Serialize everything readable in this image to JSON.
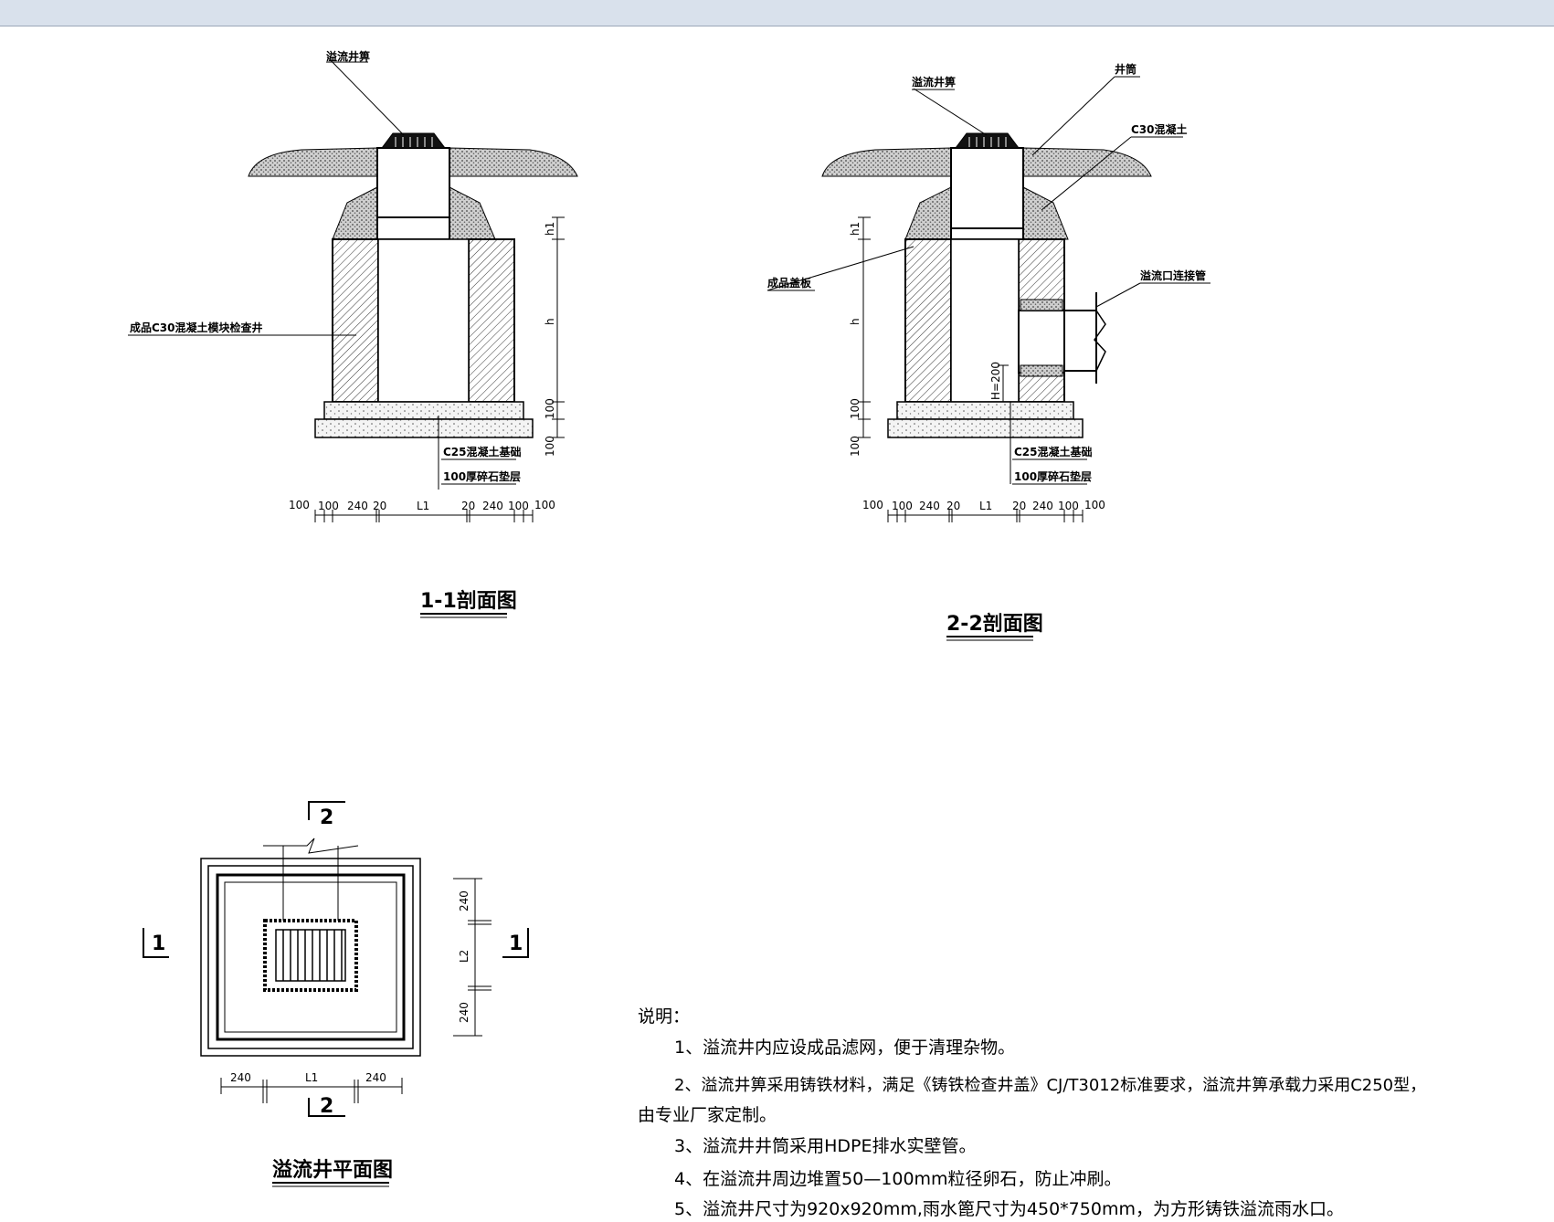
{
  "section_1_1": {
    "title": "1-1剖面图",
    "labels": {
      "grate": "溢流井箅",
      "well": "成品C30混凝土模块检查井",
      "base_c25": "C25混凝土基础",
      "gravel": "100厚碎石垫层"
    },
    "dims_vertical": {
      "h1": "h1",
      "h": "h",
      "d100a": "100",
      "d100b": "100"
    },
    "dims_bottom": [
      "100",
      "100",
      "240",
      "20",
      "L1",
      "20",
      "240",
      "100",
      "100"
    ]
  },
  "section_2_2": {
    "title": "2-2剖面图",
    "labels": {
      "grate": "溢流井箅",
      "well_tube": "井筒",
      "c30": "C30混凝土",
      "cover": "成品盖板",
      "pipe": "溢流口连接管",
      "base_c25": "C25混凝土基础",
      "gravel": "100厚碎石垫层",
      "pipe_height": "H=200"
    },
    "dims_vertical": {
      "h1": "h1",
      "h": "h",
      "d100a": "100",
      "d100b": "100"
    },
    "dims_bottom": [
      "100",
      "100",
      "240",
      "20",
      "L1",
      "20",
      "240",
      "100",
      "100"
    ]
  },
  "plan": {
    "title": "溢流井平面图",
    "cut_marks": {
      "top": "2",
      "bottom": "2",
      "left": "1",
      "right": "1"
    },
    "dims_right": [
      "240",
      "L2",
      "240"
    ],
    "dims_bottom": [
      "240",
      "L1",
      "240"
    ]
  },
  "notes": {
    "heading": "说明：",
    "items": [
      "1、溢流井内应设成品滤网，便于清理杂物。",
      "2、溢流井箅采用铸铁材料，满足《铸铁检查井盖》CJ/T3012标准要求，溢流井箅承载力采用C250型，",
      "由专业厂家定制。",
      "3、溢流井井筒采用HDPE排水实壁管。",
      "4、在溢流井周边堆置50—100mm粒径卵石，防止冲刷。",
      "5、溢流井尺寸为920x920mm,雨水篦尺寸为450*750mm，为方形铸铁溢流雨水口。"
    ]
  }
}
